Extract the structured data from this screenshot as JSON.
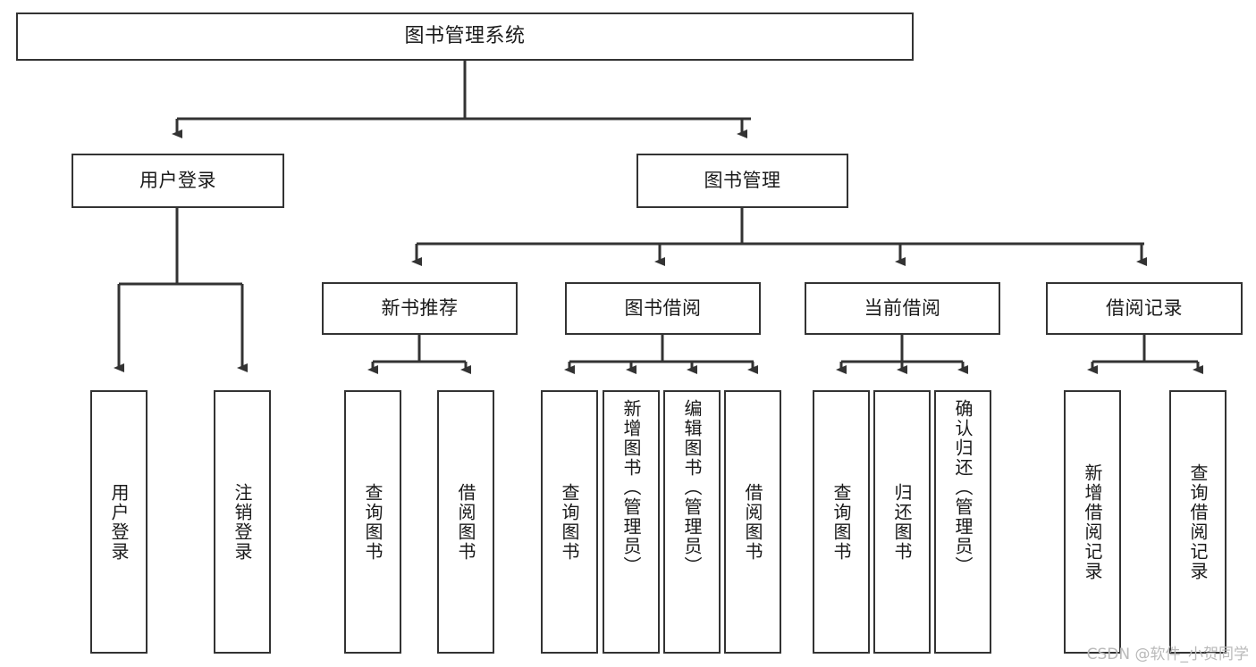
{
  "diagram": {
    "title": "图书管理系统",
    "type": "tree",
    "orientation": "top-down",
    "colors": {
      "node_border": "#333333",
      "node_fill": "#ffffff",
      "connector": "#333333",
      "text": "#1a1a1a",
      "watermark": "#b9b9b9",
      "background": "#ffffff"
    },
    "root": {
      "id": "root",
      "label": "图书管理系统"
    },
    "level2": [
      {
        "id": "user-login",
        "label": "用户登录"
      },
      {
        "id": "book-manage",
        "label": "图书管理"
      }
    ],
    "level3": [
      {
        "id": "new-book-recommend",
        "label": "新书推荐"
      },
      {
        "id": "book-borrow",
        "label": "图书借阅"
      },
      {
        "id": "current-borrow",
        "label": "当前借阅"
      },
      {
        "id": "borrow-record",
        "label": "借阅记录"
      }
    ],
    "leaves": {
      "user-login": [
        {
          "id": "leaf-user-login",
          "label": "用户登录"
        },
        {
          "id": "leaf-logout",
          "label": "注销登录"
        }
      ],
      "new-book-recommend": [
        {
          "id": "leaf-query-book-1",
          "label": "查询图书"
        },
        {
          "id": "leaf-borrow-book-1",
          "label": "借阅图书"
        }
      ],
      "book-borrow": [
        {
          "id": "leaf-query-book-2",
          "label": "查询图书"
        },
        {
          "id": "leaf-add-book",
          "label": "新增图书（管理员）"
        },
        {
          "id": "leaf-edit-book",
          "label": "编辑图书（管理员）"
        },
        {
          "id": "leaf-borrow-book-2",
          "label": "借阅图书"
        }
      ],
      "current-borrow": [
        {
          "id": "leaf-query-book-3",
          "label": "查询图书"
        },
        {
          "id": "leaf-return-book",
          "label": "归还图书"
        },
        {
          "id": "leaf-confirm-return",
          "label": "确认归还（管理员）"
        }
      ],
      "borrow-record": [
        {
          "id": "leaf-add-record",
          "label": "新增借阅记录"
        },
        {
          "id": "leaf-query-record",
          "label": "查询借阅记录"
        }
      ]
    }
  },
  "watermark": {
    "text": "CSDN @软件_小贺同学"
  }
}
